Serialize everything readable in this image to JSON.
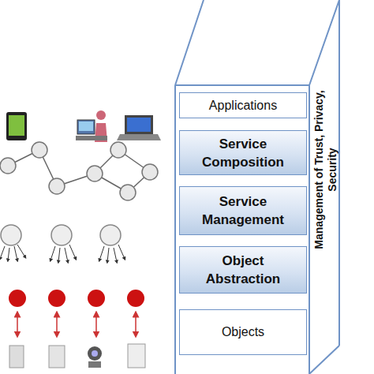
{
  "diagram": {
    "nodes": [
      {
        "text": [
          "Applications"
        ]
      },
      {
        "text": [
          "Service Composition"
        ]
      },
      {
        "text": [
          "Service Management"
        ]
      },
      {
        "text": [
          "Object Abstraction"
        ]
      },
      {
        "text": [
          "Objects"
        ]
      },
      {
        "text": [
          "Management of Trust, Privacy, Security"
        ]
      }
    ]
  }
}
